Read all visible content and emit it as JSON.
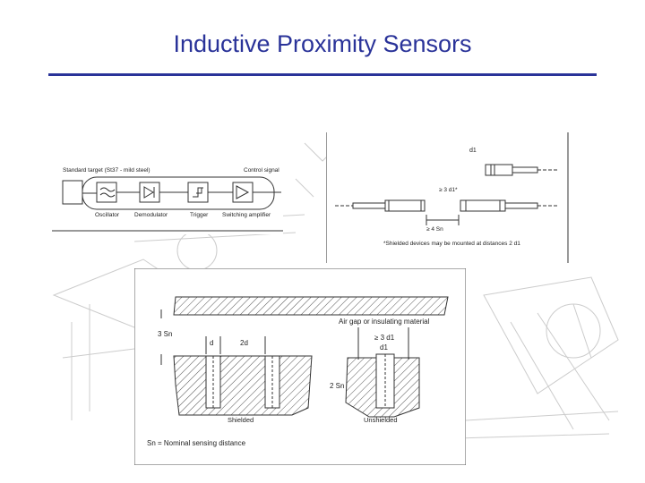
{
  "slide": {
    "title": "Inductive Proximity Sensors"
  },
  "diagram1": {
    "target_label": "Standard target (St37 - mild steel)",
    "control_signal_label": "Control signal",
    "blocks": [
      "Oscillator",
      "Demodulator",
      "Trigger",
      "Switching amplifier"
    ]
  },
  "diagram2": {
    "d1_label": "d1",
    "spacing_label": "≥ 3 d1*",
    "sn_label": "≥ 4 Sn",
    "footnote": "*Shielded devices may be mounted at distances 2 d1"
  },
  "diagram3": {
    "sn_top": "3 Sn",
    "d_label": "d",
    "two_d_label": "2d",
    "air_gap_label": "Air gap or insulating material",
    "three_d1_label": "≥ 3 d1",
    "d1_label": "d1",
    "two_sn_label": "2 Sn",
    "shielded_label": "Shielded",
    "unshielded_label": "Unshielded",
    "legend": "Sn = Nominal sensing distance"
  }
}
